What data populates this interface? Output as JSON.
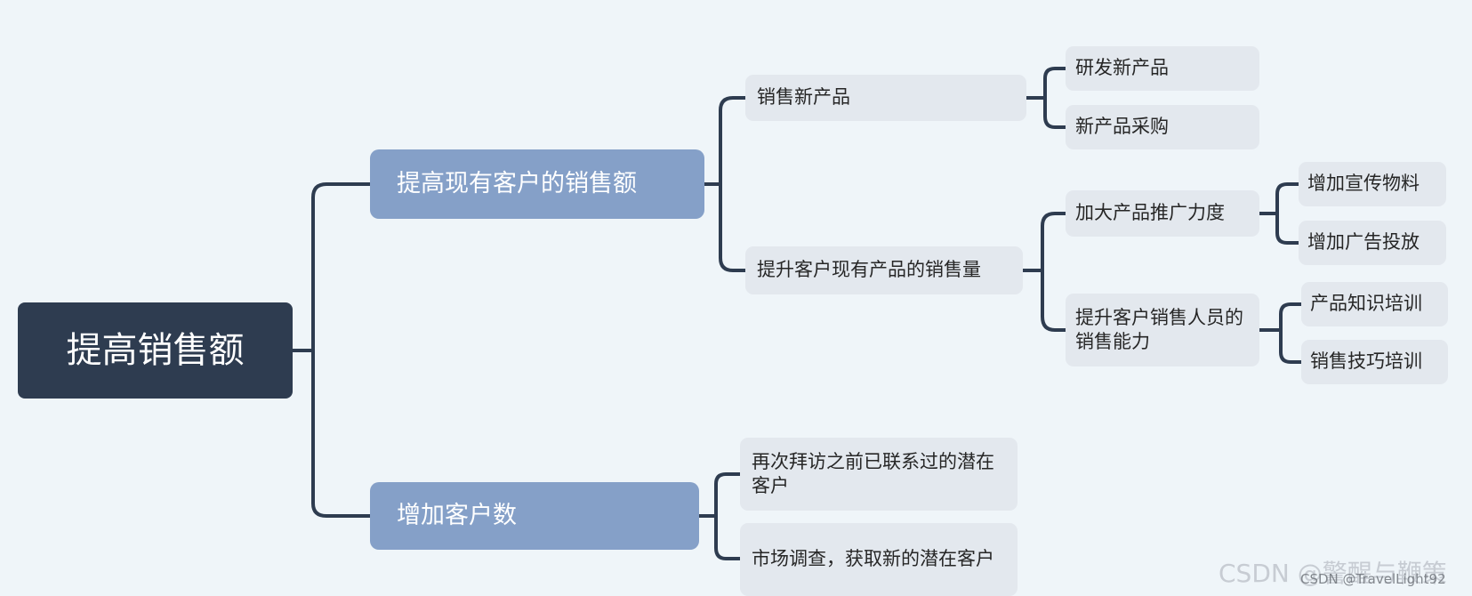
{
  "diagram": {
    "root": "提高销售额",
    "level1": [
      "提高现有客户的销售额",
      "增加客户数"
    ],
    "level2": [
      "销售新产品",
      "提升客户现有产品的销售量",
      "再次拜访之前已联系过的潜在客户",
      "市场调查，获取新的潜在客户"
    ],
    "level3": [
      "研发新产品",
      "新产品采购",
      "加大产品推广力度",
      "提升客户销售人员的销售能力"
    ],
    "level4": [
      "增加宣传物料",
      "增加广告投放",
      "产品知识培训",
      "销售技巧培训"
    ]
  },
  "watermark": {
    "main": "CSDN @警醒与鞭策",
    "sub": "CSDN @TravelLight92"
  },
  "colors": {
    "background": "#eff5f9",
    "root_fill": "#2e3c50",
    "level1_fill": "#85a0c8",
    "leaf_fill": "#e3e8ee",
    "connector": "#2e3c50"
  }
}
